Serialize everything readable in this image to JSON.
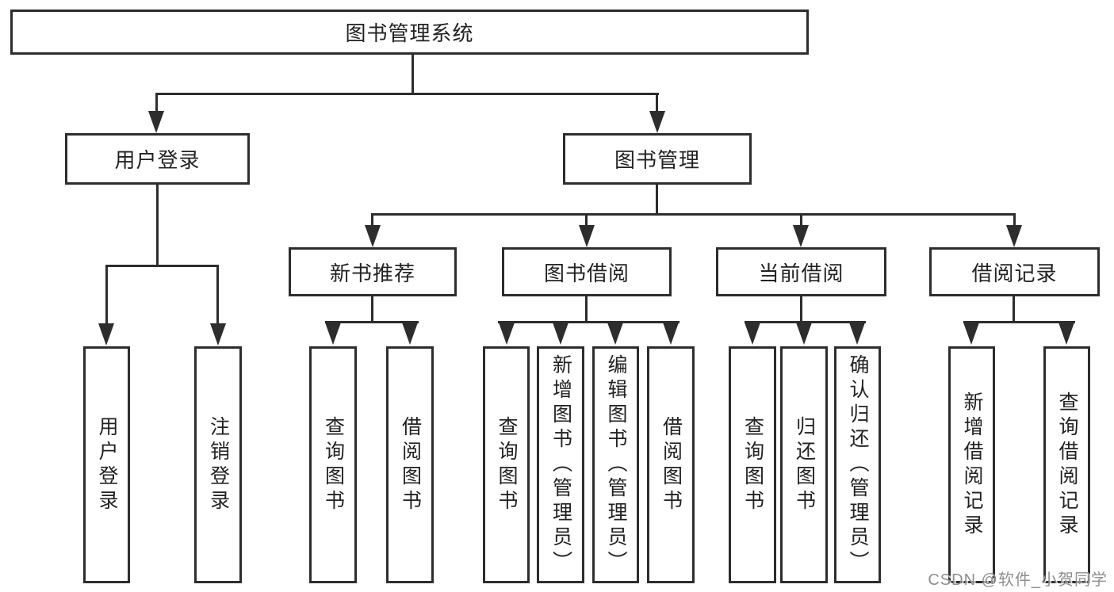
{
  "root": {
    "label": "图书管理系统"
  },
  "level2": [
    {
      "label": "用户登录"
    },
    {
      "label": "图书管理"
    }
  ],
  "level3": [
    {
      "label": "新书推荐"
    },
    {
      "label": "图书借阅"
    },
    {
      "label": "当前借阅"
    },
    {
      "label": "借阅记录"
    }
  ],
  "level4": {
    "user_login": [
      {
        "label": "用户登录"
      },
      {
        "label": "注销登录"
      }
    ],
    "new_books": [
      {
        "label": "查询图书"
      },
      {
        "label": "借阅图书"
      }
    ],
    "book_borrow": [
      {
        "label": "查询图书"
      },
      {
        "label": "新增图书（管理员）"
      },
      {
        "label": "编辑图书（管理员）"
      },
      {
        "label": "借阅图书"
      }
    ],
    "current_borrow": [
      {
        "label": "查询图书"
      },
      {
        "label": "归还图书"
      },
      {
        "label": "确认归还（管理员）"
      }
    ],
    "borrow_records": [
      {
        "label": "新增借阅记录"
      },
      {
        "label": "查询借阅记录"
      }
    ]
  },
  "watermark": {
    "text": "CSDN @软件_小贺同学"
  },
  "colors": {
    "line": "#2d2d2d",
    "text": "#222222",
    "background": "#ffffff",
    "watermark": "#8f8f8f"
  }
}
